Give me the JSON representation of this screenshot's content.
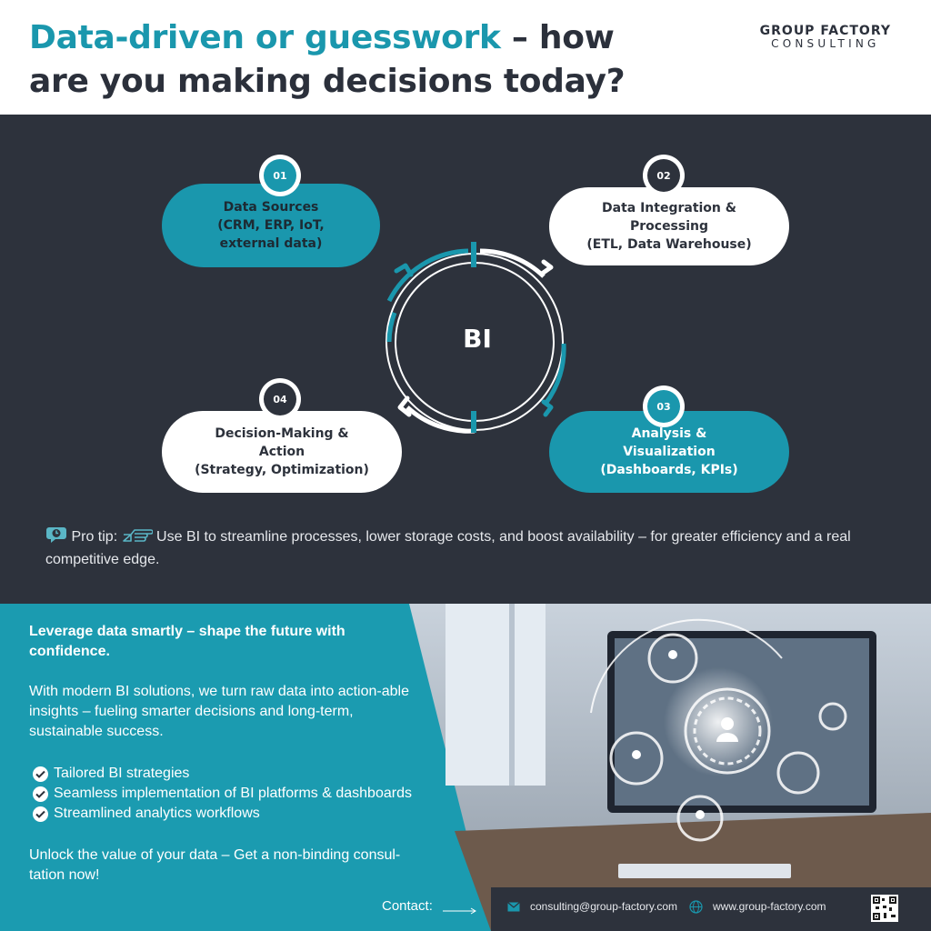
{
  "header": {
    "title_accent": "Data-driven or guesswork",
    "title_rest": " – how are you making decisions today?",
    "logo_line1": "GROUP FACTORY",
    "logo_line2": "CONSULTING"
  },
  "diagram": {
    "center_label": "BI",
    "steps": [
      {
        "number": "01",
        "text": "Data Sources\n(CRM, ERP, IoT, external data)"
      },
      {
        "number": "02",
        "text": "Data Integration &\nProcessing\n(ETL, Data Warehouse)"
      },
      {
        "number": "03",
        "text": "Analysis &\nVisualization\n(Dashboards, KPIs)"
      },
      {
        "number": "04",
        "text": "Decision-Making &\nAction\n(Strategy, Optimization)"
      }
    ],
    "colors": {
      "teal": "#1a97ad",
      "dark": "#2d323c",
      "white": "#ffffff"
    }
  },
  "tip": {
    "label": "Pro tip:",
    "text": "Use BI to streamline processes, lower storage costs, and boost availability – for greater efficiency and a real competitive edge.",
    "icons": [
      "chat-bubble-icon",
      "pointing-hand-icon"
    ]
  },
  "bottom": {
    "lead": "Leverage data smartly – shape the future with confidence.",
    "body": "With modern BI solutions, we turn raw data into action-able insights – fueling smarter decisions and long-term, sustainable success.",
    "checks": [
      "Tailored BI strategies",
      "Seamless implementation of BI platforms & dashboards",
      "Streamlined analytics workflows"
    ],
    "cta": "Unlock the value of your data – Get a non-binding consul-tation now!"
  },
  "contact": {
    "label": "Contact:",
    "email": "consulting@group-factory.com",
    "website": "www.group-factory.com"
  }
}
